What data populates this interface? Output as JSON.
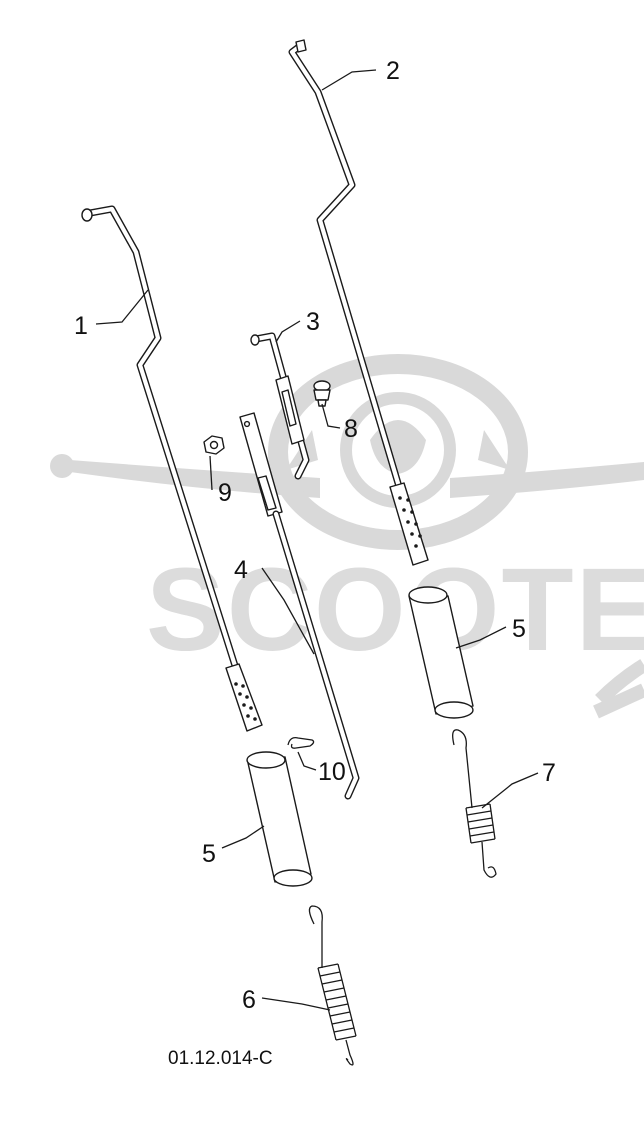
{
  "figure_code": "01.12.014-C",
  "watermark": {
    "text": "SCOOTER",
    "icon": "mascot-emblem-icon"
  },
  "callouts": [
    {
      "id": "c1",
      "label": "1"
    },
    {
      "id": "c2",
      "label": "2"
    },
    {
      "id": "c3",
      "label": "3"
    },
    {
      "id": "c4",
      "label": "4"
    },
    {
      "id": "c5a",
      "label": "5"
    },
    {
      "id": "c5b",
      "label": "5"
    },
    {
      "id": "c6",
      "label": "6"
    },
    {
      "id": "c7",
      "label": "7"
    },
    {
      "id": "c8",
      "label": "8"
    },
    {
      "id": "c9",
      "label": "9"
    },
    {
      "id": "c10",
      "label": "10"
    }
  ]
}
